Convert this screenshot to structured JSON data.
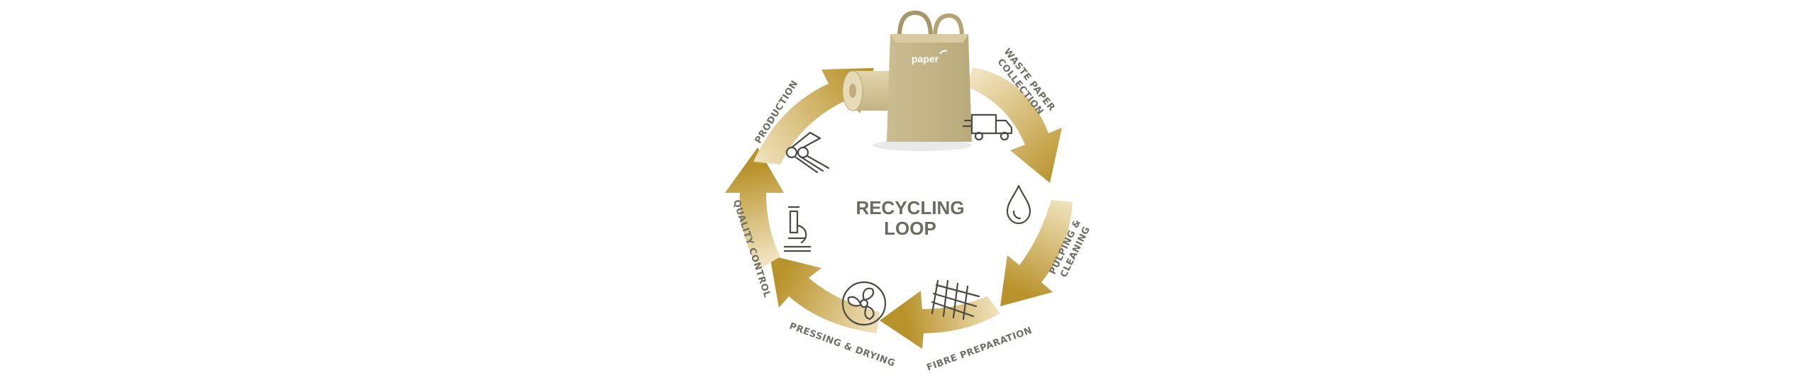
{
  "center": {
    "line1": "RECYCLING",
    "line2": "LOOP"
  },
  "bag": {
    "brand": "paper"
  },
  "stages": [
    {
      "id": "waste-paper-collection",
      "line1": "WASTE PAPER",
      "line2": "COLLECTION",
      "icon": "truck-icon"
    },
    {
      "id": "pulping-cleaning",
      "line1": "PULPING &",
      "line2": "CLEANING",
      "icon": "water-drop-icon"
    },
    {
      "id": "fibre-preparation",
      "line1": "FIBRE PREPARATION",
      "line2": "",
      "icon": "fibre-mesh-icon"
    },
    {
      "id": "pressing-drying",
      "line1": "PRESSING & DRYING",
      "line2": "",
      "icon": "fan-icon"
    },
    {
      "id": "quality-control",
      "line1": "QUALITY CONTROL",
      "line2": "",
      "icon": "microscope-icon"
    },
    {
      "id": "production",
      "line1": "PRODUCTION",
      "line2": "",
      "icon": "rollers-icon"
    }
  ],
  "colors": {
    "arrow": "#b8922a",
    "arrow_fade": "#f1e3bf",
    "bag": "#c7b889",
    "roll": "#d6c89d",
    "text": "#6b6b5f"
  }
}
